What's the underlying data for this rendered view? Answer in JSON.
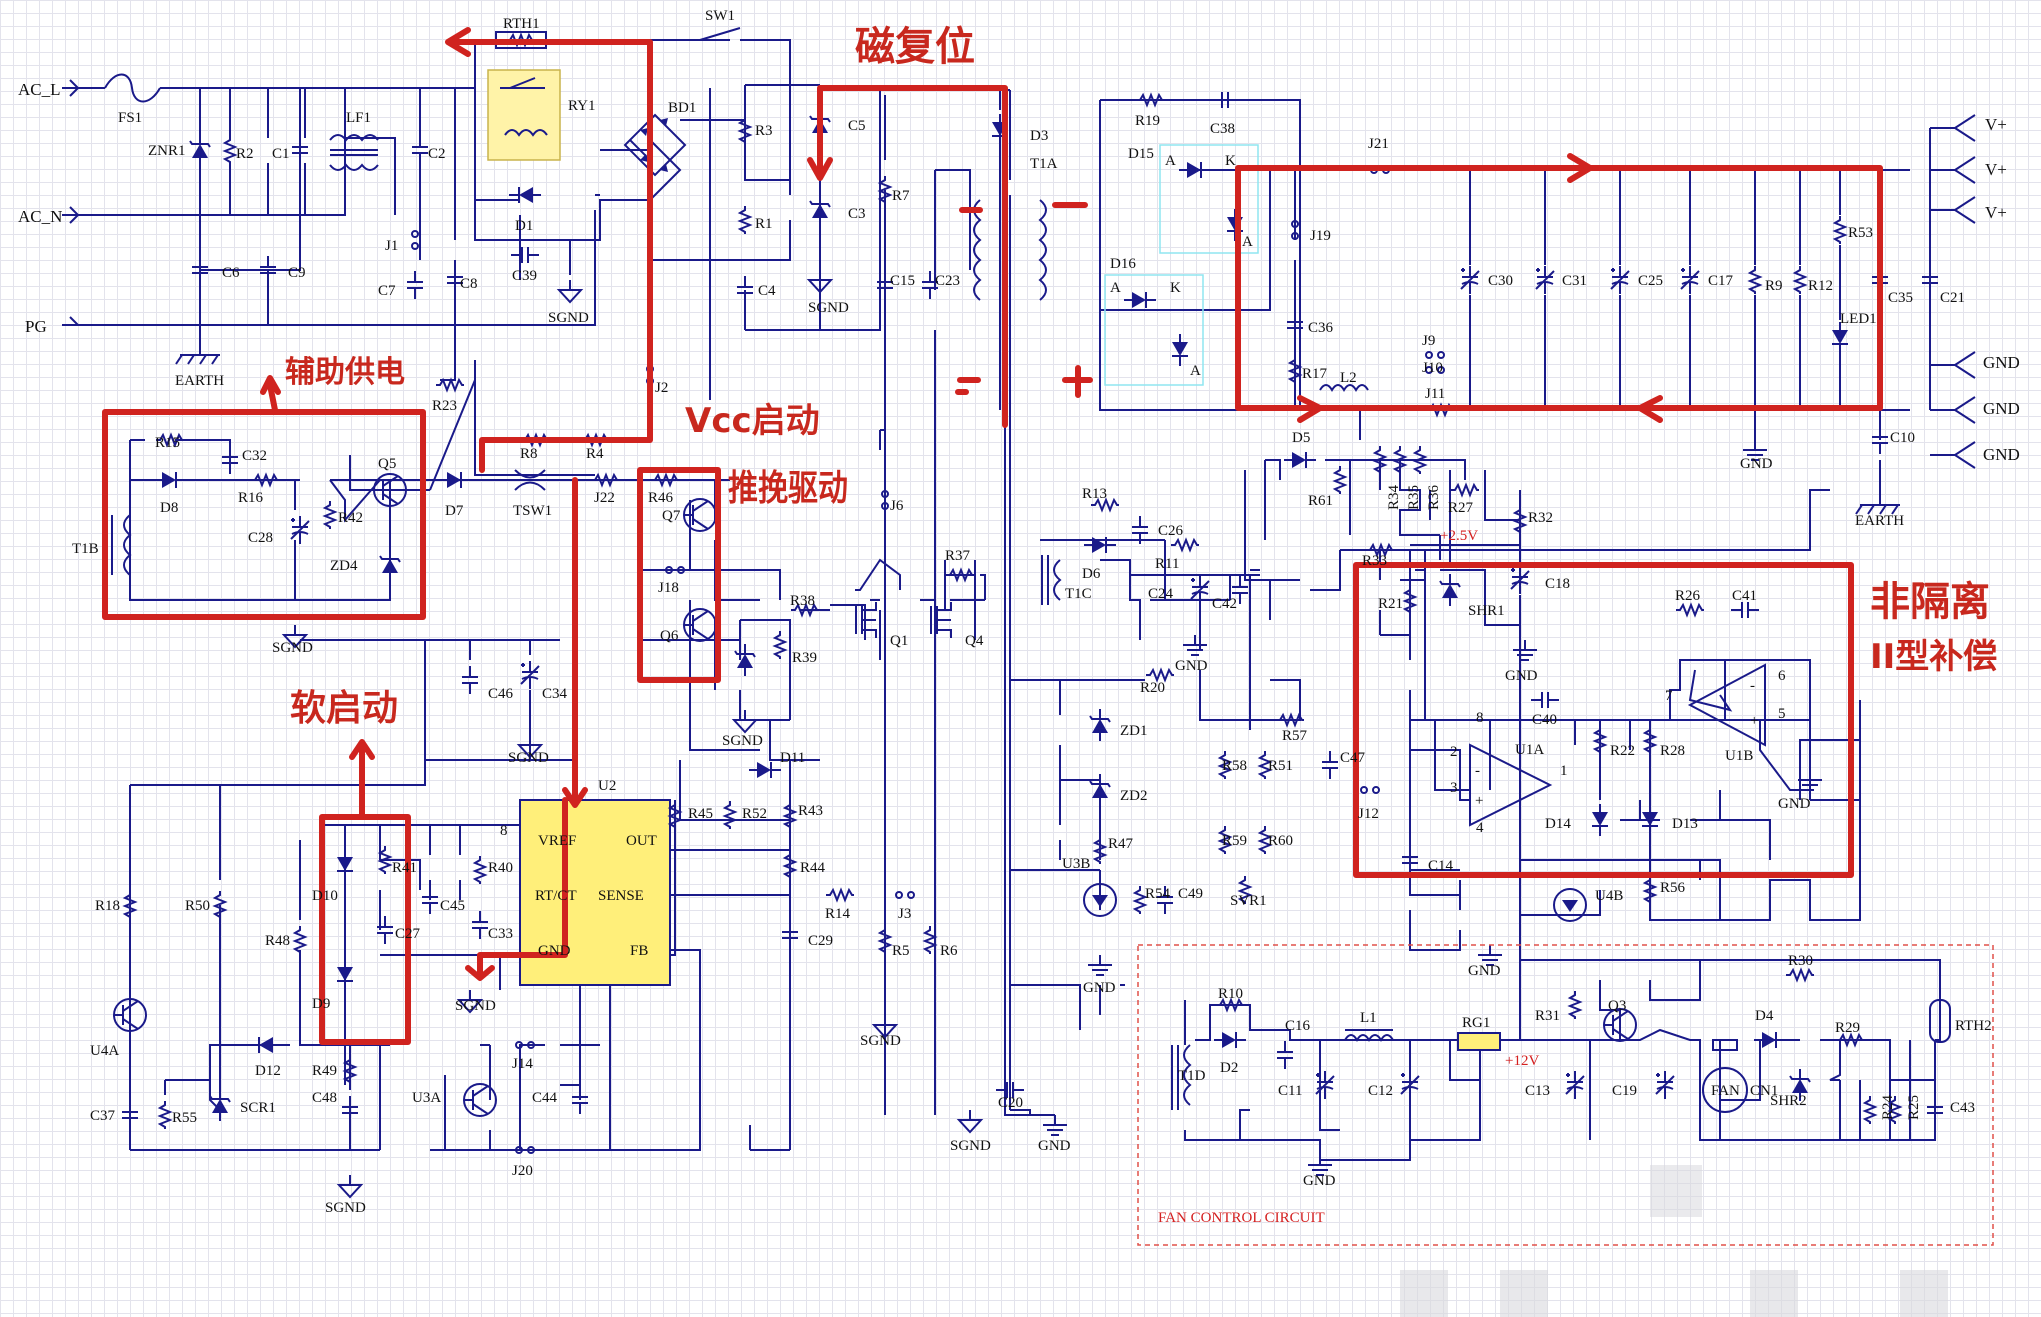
{
  "colors": {
    "wire": "#1a1a8a",
    "annotation": "#d0231f",
    "grid": "#e3e3ec",
    "relay": "#fff3a8",
    "ic": "#ffef7a",
    "cyan": "#8fe6f0"
  },
  "ports": {
    "ac_l": "AC_L",
    "ac_n": "AC_N",
    "pg": "PG",
    "earth": "EARTH",
    "vplus": "V+",
    "gnd": "GND"
  },
  "comps": {
    "fs1": "FS1",
    "znr1": "ZNR1",
    "r2": "R2",
    "c1": "C1",
    "lf1": "LF1",
    "c2": "C2",
    "c6": "C6",
    "c9": "C9",
    "earth_sym": "EARTH",
    "rth1": "RTH1",
    "ry1": "RY1",
    "sw1": "SW1",
    "bd1": "BD1",
    "r3": "R3",
    "r1": "R1",
    "c5": "C5",
    "c3": "C3",
    "c4": "C4",
    "d1": "D1",
    "j1": "J1",
    "c7": "C7",
    "c8": "C8",
    "c39": "C39",
    "sgnd": "SGND",
    "r23": "R23",
    "j2": "J2",
    "r7": "R7",
    "c15": "C15",
    "c23": "C23",
    "d3": "D3",
    "t1a": "T1A",
    "r19": "R19",
    "c38": "C38",
    "d15": "D15",
    "d16": "D16",
    "a": "A",
    "k": "K",
    "j19": "J19",
    "j21": "J21",
    "c36": "C36",
    "r17": "R17",
    "l2": "L2",
    "j9": "J9",
    "j10": "J10",
    "j11": "J11",
    "c30": "C30",
    "c31": "C31",
    "c25": "C25",
    "c17": "C17",
    "r9": "R9",
    "r12": "R12",
    "r53": "R53",
    "led1": "LED1",
    "c35": "C35",
    "c21": "C21",
    "c10": "C10",
    "gnd": "GND",
    "t1b": "T1B",
    "r15": "R15",
    "d8": "D8",
    "c32": "C32",
    "r16": "R16",
    "c28": "C28",
    "r42": "R42",
    "q5": "Q5",
    "zd4": "ZD4",
    "d7": "D7",
    "r8": "R8",
    "r4": "R4",
    "tsw1": "TSW1",
    "j22": "J22",
    "r46": "R46",
    "q7": "Q7",
    "j18": "J18",
    "q6": "Q6",
    "r37": "R37",
    "r38": "R38",
    "r39": "R39",
    "q1": "Q1",
    "q4": "Q4",
    "j6": "J6",
    "d11": "D11",
    "c46": "C46",
    "c34": "C34",
    "u2": "U2",
    "vref": "VREF",
    "out": "OUT",
    "rtct": "RT/CT",
    "sense": "SENSE",
    "gnd_pin": "GND",
    "fb": "FB",
    "pin8": "8",
    "r45": "R45",
    "r52": "R52",
    "r43": "R43",
    "r44": "R44",
    "r14": "R14",
    "j3": "J3",
    "c29": "C29",
    "r5": "R5",
    "r6": "R6",
    "r18": "R18",
    "r50": "R50",
    "r48": "R48",
    "d10": "D10",
    "d9": "D9",
    "r41": "R41",
    "c27": "C27",
    "c45": "C45",
    "r40": "R40",
    "c33": "C33",
    "u4a": "U4A",
    "d12": "D12",
    "r49": "R49",
    "c48": "C48",
    "u3a": "U3A",
    "j14": "J14",
    "c44": "C44",
    "j20": "J20",
    "c37": "C37",
    "r55": "R55",
    "scr1": "SCR1",
    "c20": "C20",
    "d5": "D5",
    "r61": "R61",
    "r34": "R34",
    "r35": "R35",
    "r36": "R36",
    "r27": "R27",
    "r32": "R32",
    "v25": "+2.5V",
    "r33": "R33",
    "r13": "R13",
    "d6": "D6",
    "c26": "C26",
    "t1c": "T1C",
    "r11": "R11",
    "c24": "C24",
    "c42": "C42",
    "r21": "R21",
    "shr1": "SHR1",
    "c18": "C18",
    "r26": "R26",
    "c41": "C41",
    "c40": "C40",
    "u1a": "U1A",
    "u1b": "U1B",
    "r22": "R22",
    "r28": "R28",
    "d14": "D14",
    "d13": "D13",
    "c14": "C14",
    "u4b": "U4B",
    "r56": "R56",
    "r20": "R20",
    "zd1": "ZD1",
    "zd2": "ZD2",
    "r47": "R47",
    "u3b": "U3B",
    "r54": "R54",
    "c49": "C49",
    "r57": "R57",
    "r58": "R58",
    "r51": "R51",
    "c47": "C47",
    "j12": "J12",
    "r59": "R59",
    "r60": "R60",
    "svr1": "SVR1",
    "r10": "R10",
    "d2": "D2",
    "c16": "C16",
    "l1": "L1",
    "rg1": "RG1",
    "v12": "+12V",
    "q3": "Q3",
    "r31": "R31",
    "r30": "R30",
    "d4": "D4",
    "r29": "R29",
    "rth2": "RTH2",
    "t1d": "T1D",
    "c11": "C11",
    "c12": "C12",
    "c13": "C13",
    "c19": "C19",
    "fan": "FAN",
    "cn1": "CN1",
    "shr2": "SHR2",
    "r24": "R24",
    "r25": "R25",
    "c43": "C43",
    "p2": "2",
    "p3": "3",
    "p1": "1",
    "p4": "4",
    "p5": "5",
    "p6": "6",
    "p7": "7",
    "plus": "+",
    "minus": "-"
  },
  "annotations": {
    "demag": "磁复位",
    "aux": "辅助供电",
    "vcc_start": "Vcc启动",
    "push_pull": "推挽驱动",
    "soft_start": "软启动",
    "non_iso": "非隔离",
    "type2": "II型补偿",
    "fan_box": "FAN CONTROL CIRCUIT"
  }
}
